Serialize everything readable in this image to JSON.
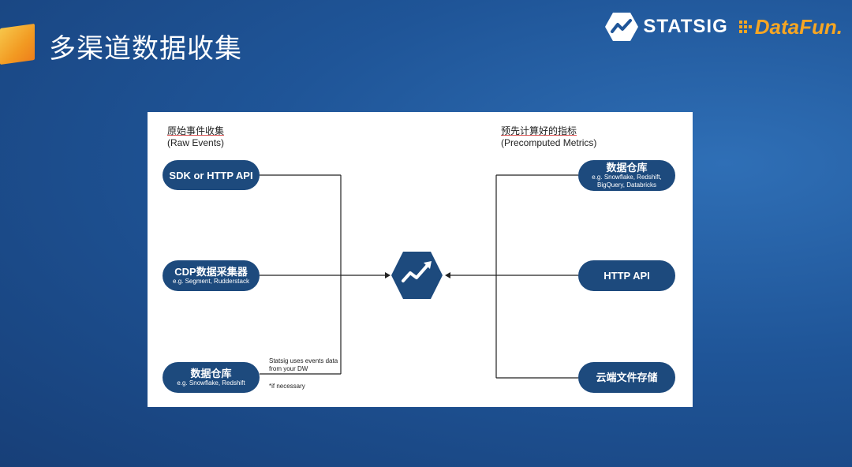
{
  "header": {
    "title": "多渠道数据收集",
    "logo_statsig": "STATSIG",
    "logo_datafun": "DataFun."
  },
  "diagram": {
    "left_heading": {
      "zh": "原始事件收集",
      "en": "(Raw Events)"
    },
    "right_heading": {
      "zh": "预先计算好的指标",
      "en": "(Precomputed Metrics)"
    },
    "left_nodes": [
      {
        "label": "SDK or HTTP API",
        "sub": ""
      },
      {
        "label": "CDP数据采集器",
        "sub": "e.g. Segment, Rudderstack"
      },
      {
        "label": "数据仓库",
        "sub": "e.g. Snowflake, Redshift"
      }
    ],
    "right_nodes": [
      {
        "label": "数据仓库",
        "sub": "e.g. Snowflake, Redshift,",
        "sub2": "BigQuery, Databricks"
      },
      {
        "label": "HTTP API",
        "sub": ""
      },
      {
        "label": "云端文件存储",
        "sub": ""
      }
    ],
    "note_line1": "Statsig uses events data",
    "note_line2": "from your DW",
    "note_footnote": "*if necessary",
    "colors": {
      "node": "#1d4a7d",
      "line": "#222222"
    }
  }
}
